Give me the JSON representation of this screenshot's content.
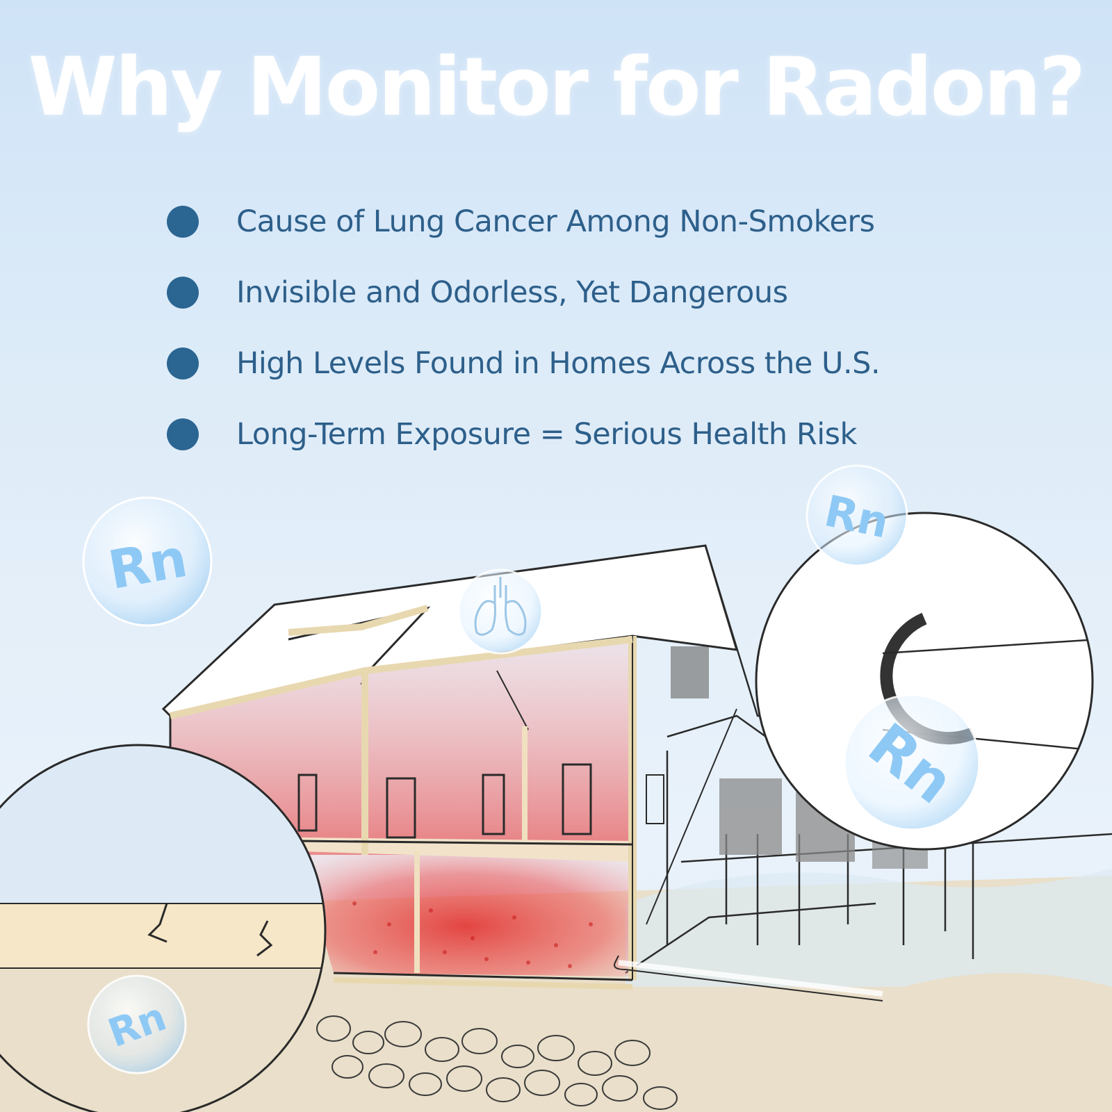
{
  "title": "Why Monitor for Radon?",
  "bullets": [
    "Cause of Lung Cancer Among Non-Smokers",
    "Invisible and Odorless, Yet Dangerous",
    "High Levels Found in Homes Across the U.S.",
    "Long-Term Exposure = Serious Health Risk"
  ],
  "bubbles": {
    "top_left": "Rn",
    "top_right": "Rn",
    "right_magnifier": "Rn",
    "bottom_left": "Rn"
  },
  "colors": {
    "title": "#ffffff",
    "bullet_dot": "#2b6592",
    "bullet_text": "#2d5f8a",
    "radon_zone": "#e23b3b",
    "bubble_text": "#8ec9f5"
  },
  "icons": [
    "lungs-icon"
  ]
}
